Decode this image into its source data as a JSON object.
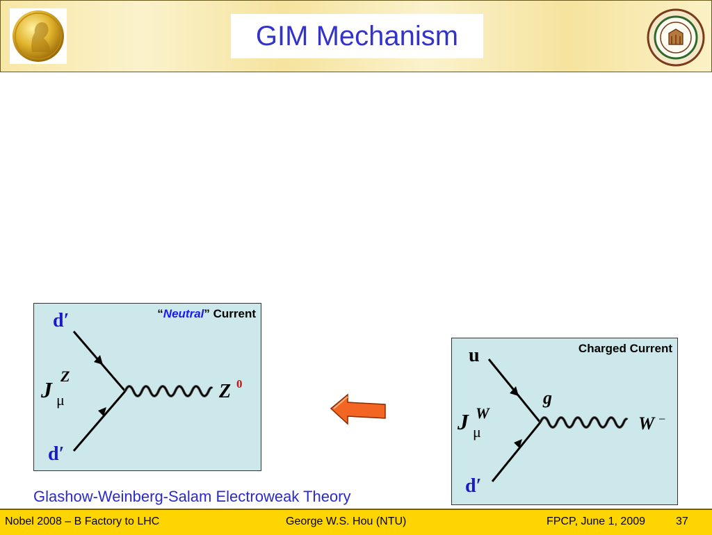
{
  "slide": {
    "title": "GIM Mechanism"
  },
  "neutral_panel": {
    "title_open_quote": "“",
    "title_highlight": "Neutral",
    "title_rest": "” Current",
    "top_quark": "d′",
    "bottom_quark": "d′",
    "current_symbol": "J",
    "current_subscript": "μ",
    "current_superscript": "Z",
    "boson": "Z",
    "boson_superscript": "0"
  },
  "charged_panel": {
    "title": "Charged Current",
    "top_quark": "u",
    "bottom_quark": "d′",
    "current_symbol": "J",
    "current_subscript": "μ",
    "current_superscript": "W",
    "coupling": "g",
    "boson": "W",
    "boson_superscript": "−"
  },
  "theory_caption": "Glashow-Weinberg-Salam Electroweak Theory",
  "footer": {
    "left": "Nobel 2008 – B Factory to LHC",
    "center": "George W.S. Hou (NTU)",
    "right": "FPCP, June 1, 2009",
    "page_number": "37"
  },
  "colors": {
    "title_text": "#3333cc",
    "panel_background": "#cde8ea",
    "footer_background": "#ffd500",
    "arrow_fill": "#f26522",
    "quark_label": "#1a1acc"
  },
  "icons": {
    "left_logo": "nobel-medal-icon",
    "right_logo": "university-seal-icon",
    "transition_arrow": "left-arrow-icon"
  }
}
